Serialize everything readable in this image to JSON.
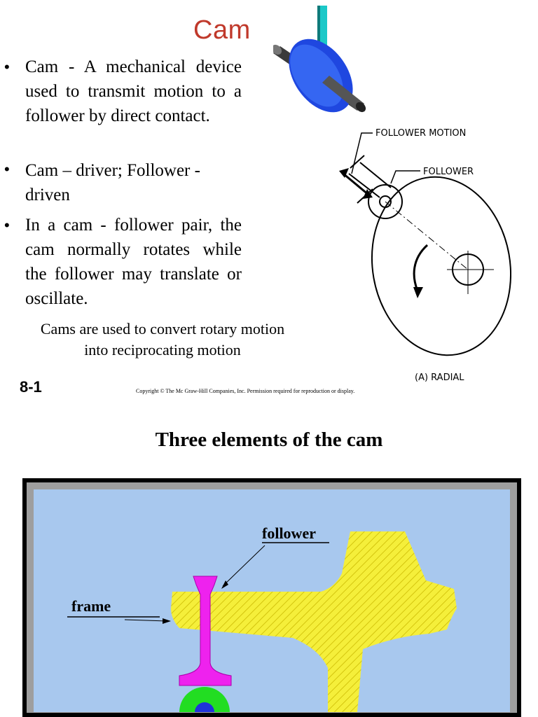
{
  "slide1": {
    "title": "Cam",
    "bullets": [
      {
        "symbol": "•",
        "text": "Cam - A mechanical device used to transmit motion to a follower by direct contact."
      },
      {
        "symbol": "•",
        "text": " Cam – driver; Follower - driven"
      },
      {
        "symbol": "•",
        "text": "In a cam - follower pair, the cam normally rotates while the follower may translate or oscillate."
      }
    ],
    "note": "Cams are used to convert rotary motion into reciprocating motion",
    "slide_number": "8-1",
    "copyright": "Copyright © The Mc Graw-Hill Companies, Inc. Permission required for reproduction or display.",
    "figure_labels": {
      "follower_motion": "FOLLOWER MOTION",
      "follower": "FOLLOWER",
      "caption": "(A) RADIAL"
    }
  },
  "slide2": {
    "title": "Three elements of the cam",
    "labels": {
      "follower": "follower",
      "frame": "frame"
    }
  },
  "colors": {
    "title_red": "#c0392b",
    "diagram_bg": "#a8c8ee",
    "frame_yellow": "#f5ef3a",
    "follower_magenta": "#ee22ee",
    "cam_green": "#22dd22",
    "cam_blue_3d": "#1f47e0"
  }
}
